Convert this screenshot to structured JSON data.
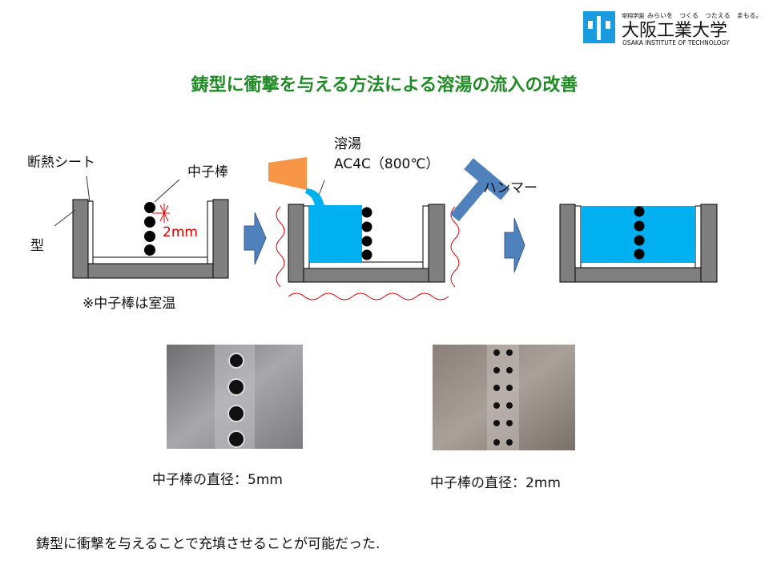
{
  "logo": {
    "tagline_left": "常翔学園",
    "tagline_right": "みらいを　つくる　つたえる　まもる。",
    "name_jp": "大阪工業大学",
    "name_en": "OSAKA INSTITUTE OF TECHNOLOGY"
  },
  "title": "鋳型に衝撃を与える方法による溶湯の流入の改善",
  "diagram": {
    "insulation_sheet": "断熱シート",
    "core_rod": "中子棒",
    "mold": "型",
    "gap": "2mm",
    "note": "※中子棒は室温",
    "melt_line1": "溶湯",
    "melt_line2": "AC4C（800℃）",
    "hammer": "ハンマー"
  },
  "photos": [
    {
      "caption": "中子棒の直径：5mm"
    },
    {
      "caption": "中子棒の直径：2mm"
    }
  ],
  "conclusion": "鋳型に衝撃を与えることで充填させることが可能だった.",
  "colors": {
    "title": "#1f8b24",
    "melt": "#00b0f0",
    "mold": "#7f7f7f",
    "arrow": "#4f81bd",
    "crucible": "#f79646",
    "gap": "#e00000"
  }
}
